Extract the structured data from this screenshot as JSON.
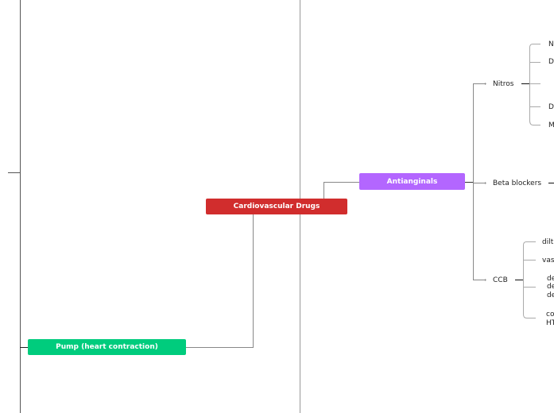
{
  "colors": {
    "pump": "#00cc7d",
    "cardio": "#d12d2d",
    "antianginals": "#b366ff"
  },
  "nodes": {
    "pump": "Pump (heart contraction)",
    "cardio": "Cardiovascular Drugs",
    "antianginals": "Antianginals"
  },
  "branches": {
    "nitros": "Nitros",
    "beta": "Beta blockers",
    "ccb": "CCB"
  },
  "nitros_children": [
    "N",
    "D",
    "D",
    "M"
  ],
  "ccb_children": [
    "dilt",
    "vas",
    "de",
    "de",
    "de",
    "co",
    "HT"
  ]
}
